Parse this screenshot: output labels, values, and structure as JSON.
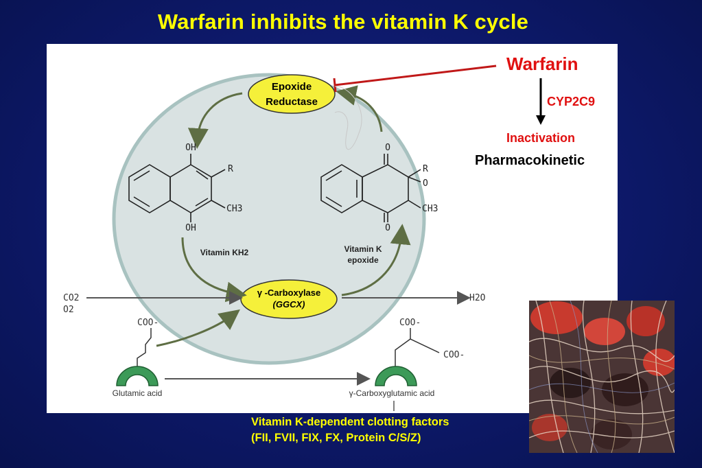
{
  "title": "Warfarin inhibits the vitamin K cycle",
  "diagram": {
    "epoxide_reductase": [
      "Epoxide",
      "Reductase"
    ],
    "carboxylase": [
      "γ -Carboxylase",
      "(GGCX)"
    ],
    "vitamin_kh2_label": "Vitamin KH2",
    "vitamin_k_epoxide_label": [
      "Vitamin K",
      "epoxide"
    ],
    "left_molecule": {
      "oh_top": "OH",
      "oh_bottom": "OH",
      "r": "R",
      "ch3": "CH3"
    },
    "right_molecule": {
      "o_top": "O",
      "o_bottom": "O",
      "r": "R",
      "o_ring": "O",
      "ch3": "CH3"
    },
    "co2": "CO2",
    "o2": "O2",
    "h2o": "H2O",
    "coo_left": "COO-",
    "coo_right_top": "COO-",
    "coo_right_side": "COO-",
    "glutamic_acid": "Glutamic acid",
    "gamma_carboxyglutamic_acid": "γ-Carboxyglutamic acid"
  },
  "annotations": {
    "warfarin": "Warfarin",
    "cyp2c9": "CYP2C9",
    "inactivation": "Inactivation",
    "pharmacokinetic": "Pharmacokinetic"
  },
  "footer": {
    "line1": "Vitamin K-dependent clotting factors",
    "line2": "(FII, FVII, FIX, FX, Protein C/S/Z)"
  },
  "colors": {
    "title": "#ffff00",
    "warfarin": "#e01010",
    "enzyme_fill": "#f5f03a",
    "cell_fill": "#d9e2e2",
    "cell_border": "#a8c2c0",
    "arrow_green": "#5e6e44",
    "background": "#0e1a6e"
  },
  "icons": {
    "photo": "blood-clot-micrograph"
  }
}
